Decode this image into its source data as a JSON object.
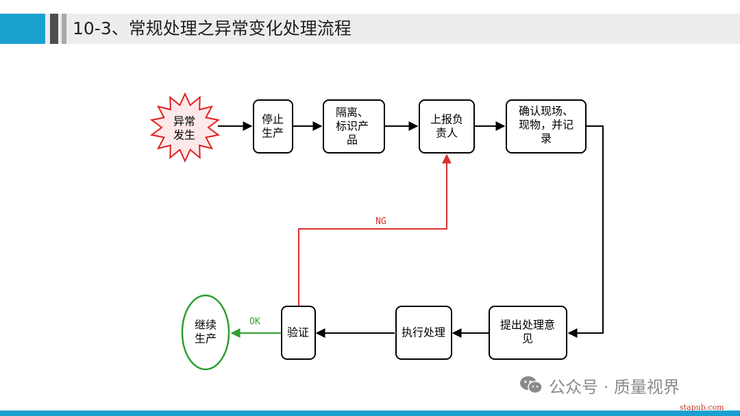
{
  "header": {
    "title": "10-3、常规处理之异常变化处理流程"
  },
  "colors": {
    "accent": "#1aa0cf",
    "node_border": "#000000",
    "start_fill": "#fde9e9",
    "start_border": "#e02020",
    "end_border": "#2e9e2e",
    "ng_line": "#d93030",
    "ok_line": "#2e9e2e"
  },
  "flow": {
    "start": {
      "lines": [
        "异常",
        "发生"
      ]
    },
    "steps": [
      {
        "id": "stop",
        "lines": [
          "停止",
          "生产"
        ]
      },
      {
        "id": "isolate",
        "lines": [
          "隔离、",
          "标识产",
          "品"
        ]
      },
      {
        "id": "report",
        "lines": [
          "上报负",
          "责人"
        ]
      },
      {
        "id": "confirm",
        "lines": [
          "确认现场、",
          "现物，并记",
          "录"
        ]
      },
      {
        "id": "propose",
        "lines": [
          "提出处理意",
          "见"
        ]
      },
      {
        "id": "execute",
        "lines": [
          "执行处理"
        ]
      },
      {
        "id": "verify",
        "lines": [
          "验证"
        ]
      }
    ],
    "end": {
      "lines": [
        "继续",
        "生产"
      ]
    },
    "ng_label": "NG",
    "ok_label": "OK"
  },
  "watermark": {
    "icon": "wechat-icon",
    "text": "公众号 · 质量视界"
  },
  "site_mark": "stapub.com"
}
